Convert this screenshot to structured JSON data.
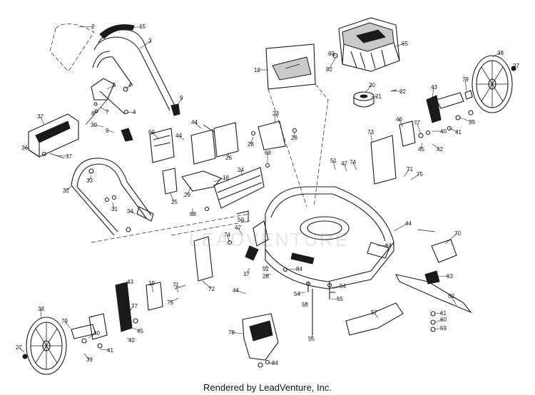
{
  "footer": {
    "credit": "Rendered by LeadVenture, Inc."
  },
  "watermark": "LEADVENTURE",
  "callouts": [
    "2",
    "15",
    "3",
    "4",
    "5",
    "8",
    "7",
    "4",
    "9",
    "37",
    "30",
    "9",
    "36",
    "37",
    "44",
    "44",
    "69",
    "26",
    "23",
    "28",
    "28",
    "12",
    "83",
    "82",
    "65",
    "20",
    "21",
    "22",
    "38",
    "27",
    "79",
    "43",
    "46",
    "73",
    "77",
    "40",
    "39",
    "41",
    "45",
    "42",
    "18",
    "24",
    "29",
    "25",
    "68",
    "68",
    "51",
    "47",
    "74",
    "71",
    "75",
    "33",
    "32",
    "31",
    "34",
    "50",
    "47",
    "74",
    "44",
    "64",
    "70",
    "17",
    "52",
    "28",
    "84",
    "19",
    "71",
    "75",
    "72",
    "54",
    "54",
    "55",
    "55",
    "44",
    "43",
    "77",
    "45",
    "42",
    "38",
    "79",
    "40",
    "41",
    "39",
    "27",
    "57",
    "62",
    "63",
    "61",
    "60",
    "59",
    "78",
    "55",
    "84"
  ],
  "icons": [
    "lawn-mower-parts-diagram"
  ]
}
